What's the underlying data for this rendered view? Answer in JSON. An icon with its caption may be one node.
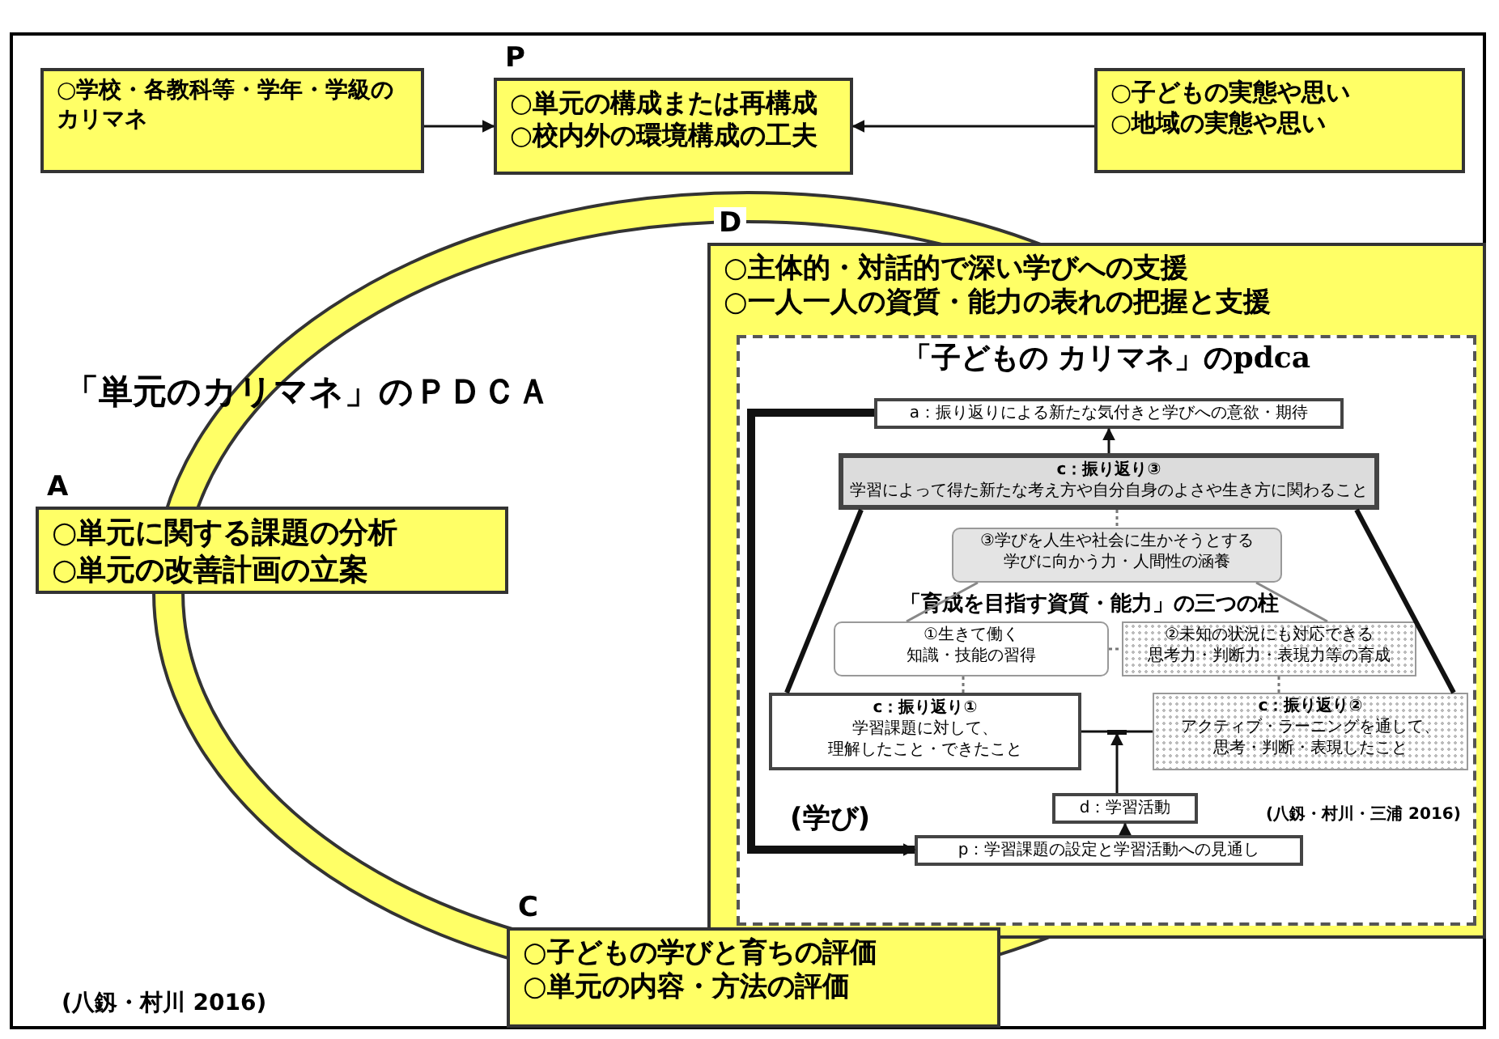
{
  "diagram": {
    "nodes": [
      {
        "text": [
          "P",
          "○単元の構成または再構成",
          "○校内外の環境構成の工夫"
        ]
      },
      {
        "text": [
          "○学校・各教科等・学年・学級のカリマネ"
        ]
      },
      {
        "text": [
          "○子どもの実態や思い",
          "○地域の実態や思い"
        ]
      },
      {
        "text": [
          "D",
          "○主体的・対話的で深い学びへの支援",
          "○一人一人の資質・能力の表れの把握と支援"
        ]
      },
      {
        "text": [
          "「子どもの カリマネ」のpdca"
        ],
        "in": 3
      },
      {
        "text": [
          "a：振り返りによる新たな気付きと学びへの意欲・期待"
        ],
        "in": 4
      },
      {
        "text": [
          "c：振り返り③",
          "学習によって得た新たな考え方や自分自身のよさや生き方に関わること"
        ],
        "in": 4
      },
      {
        "text": [
          "③学びを人生や社会に生かそうとする",
          "学びに向かう力・人間性の涵養"
        ],
        "in": 4
      },
      {
        "text": [
          "①生きて働く",
          "知識・技能の習得"
        ],
        "in": 4
      },
      {
        "text": [
          "②未知の状況にも対応できる",
          "思考力・判断力・表現力等の育成"
        ],
        "in": 4
      },
      {
        "text": [
          "c：振り返り①",
          "学習課題に対して、",
          "理解したこと・できたこと"
        ],
        "in": 4
      },
      {
        "text": [
          "c：振り返り②",
          "アクティブ・ラーニングを通して、",
          "思考・判断・表現したこと"
        ],
        "in": 4
      },
      {
        "text": [
          "d：学習活動"
        ],
        "in": 4
      },
      {
        "text": [
          "p：学習課題の設定と学習活動への見通し"
        ],
        "in": 4
      },
      {
        "text": [
          "A",
          "○単元に関する課題の分析",
          "○単元の改善計画の立案"
        ]
      },
      {
        "text": [
          "C",
          "○子どもの学びと育ちの評価",
          "○単元の内容・方法の評価"
        ]
      },
      {
        "text": [],
        "shape": "bar",
        "in": 4
      }
    ],
    "edges": [
      {
        "from": 1,
        "to": 0,
        "arrow": "to"
      },
      {
        "from": 2,
        "to": 0,
        "arrow": "to"
      },
      {
        "from": 6,
        "to": 5,
        "arrow": "to"
      },
      {
        "from": 6,
        "to": 7,
        "arrow": "none",
        "style": "dashed",
        "color": "#777777"
      },
      {
        "from": 8,
        "to": 9,
        "arrow": "none",
        "style": "dashed",
        "color": "#777777"
      },
      {
        "from": 8,
        "to": 10,
        "arrow": "none",
        "style": "dashed",
        "color": "#777777"
      },
      {
        "from": 9,
        "to": 11,
        "arrow": "none",
        "style": "dashed",
        "color": "#777777"
      },
      {
        "from": 10,
        "to": 16,
        "arrow": "none"
      },
      {
        "from": 12,
        "to": 16,
        "arrow": "to"
      },
      {
        "from": 13,
        "to": 12,
        "arrow": "to"
      },
      {
        "from": 5,
        "to": 13,
        "arrow": "to",
        "style": "thick"
      },
      {
        "from": 16,
        "to": 11,
        "arrow": "none"
      },
      {
        "from": 6,
        "to": 10,
        "arrow": "none",
        "style": "thick"
      },
      {
        "from": 6,
        "to": 11,
        "arrow": "none",
        "style": "thick"
      },
      {
        "from": 7,
        "to": 8,
        "arrow": "none",
        "color": "#888888"
      },
      {
        "from": 7,
        "to": 9,
        "arrow": "none",
        "color": "#888888"
      }
    ],
    "labels": [
      "「単元のカリマネ」のＰＤＣＡ",
      "「育成を目指す資質・能力」の三つの柱",
      "(学び)",
      "(八釼・村川・三浦 2016)",
      "(八釼・村川 2016)"
    ]
  }
}
